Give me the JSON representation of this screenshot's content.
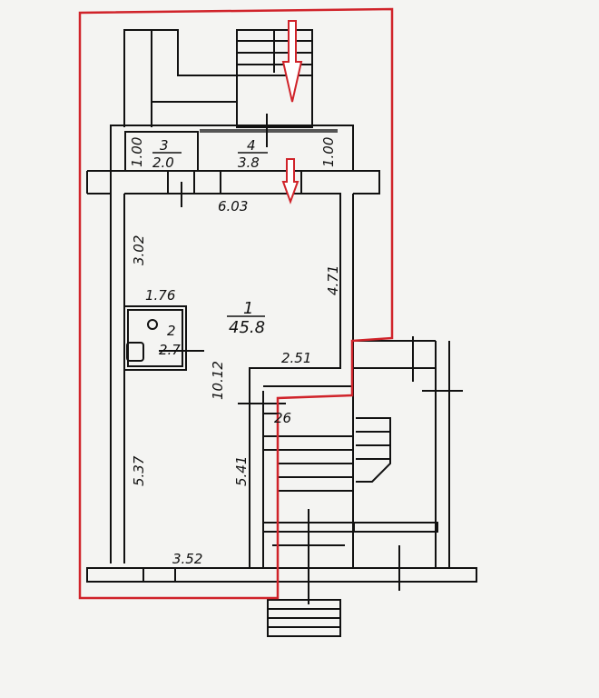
{
  "colors": {
    "highlight": "#d0232a",
    "lines": "#111111",
    "paper": "#f4f4f2"
  },
  "rooms": [
    {
      "number": "1",
      "area": "45.8"
    },
    {
      "number": "2",
      "area": "2.7"
    },
    {
      "number": "3",
      "area": "2.0"
    },
    {
      "number": "4",
      "area": "3.8"
    }
  ],
  "dimensions": {
    "room3_height": "1.00",
    "room4_height": "1.00",
    "top_width": "6.03",
    "left_upper": "3.02",
    "right_upper": "4.71",
    "wc_width": "1.76",
    "notch_width": "2.51",
    "total_length": "10.12",
    "stair_label": "26",
    "left_lower": "5.37",
    "mid_lower": "5.41",
    "bottom_width": "3.52"
  }
}
